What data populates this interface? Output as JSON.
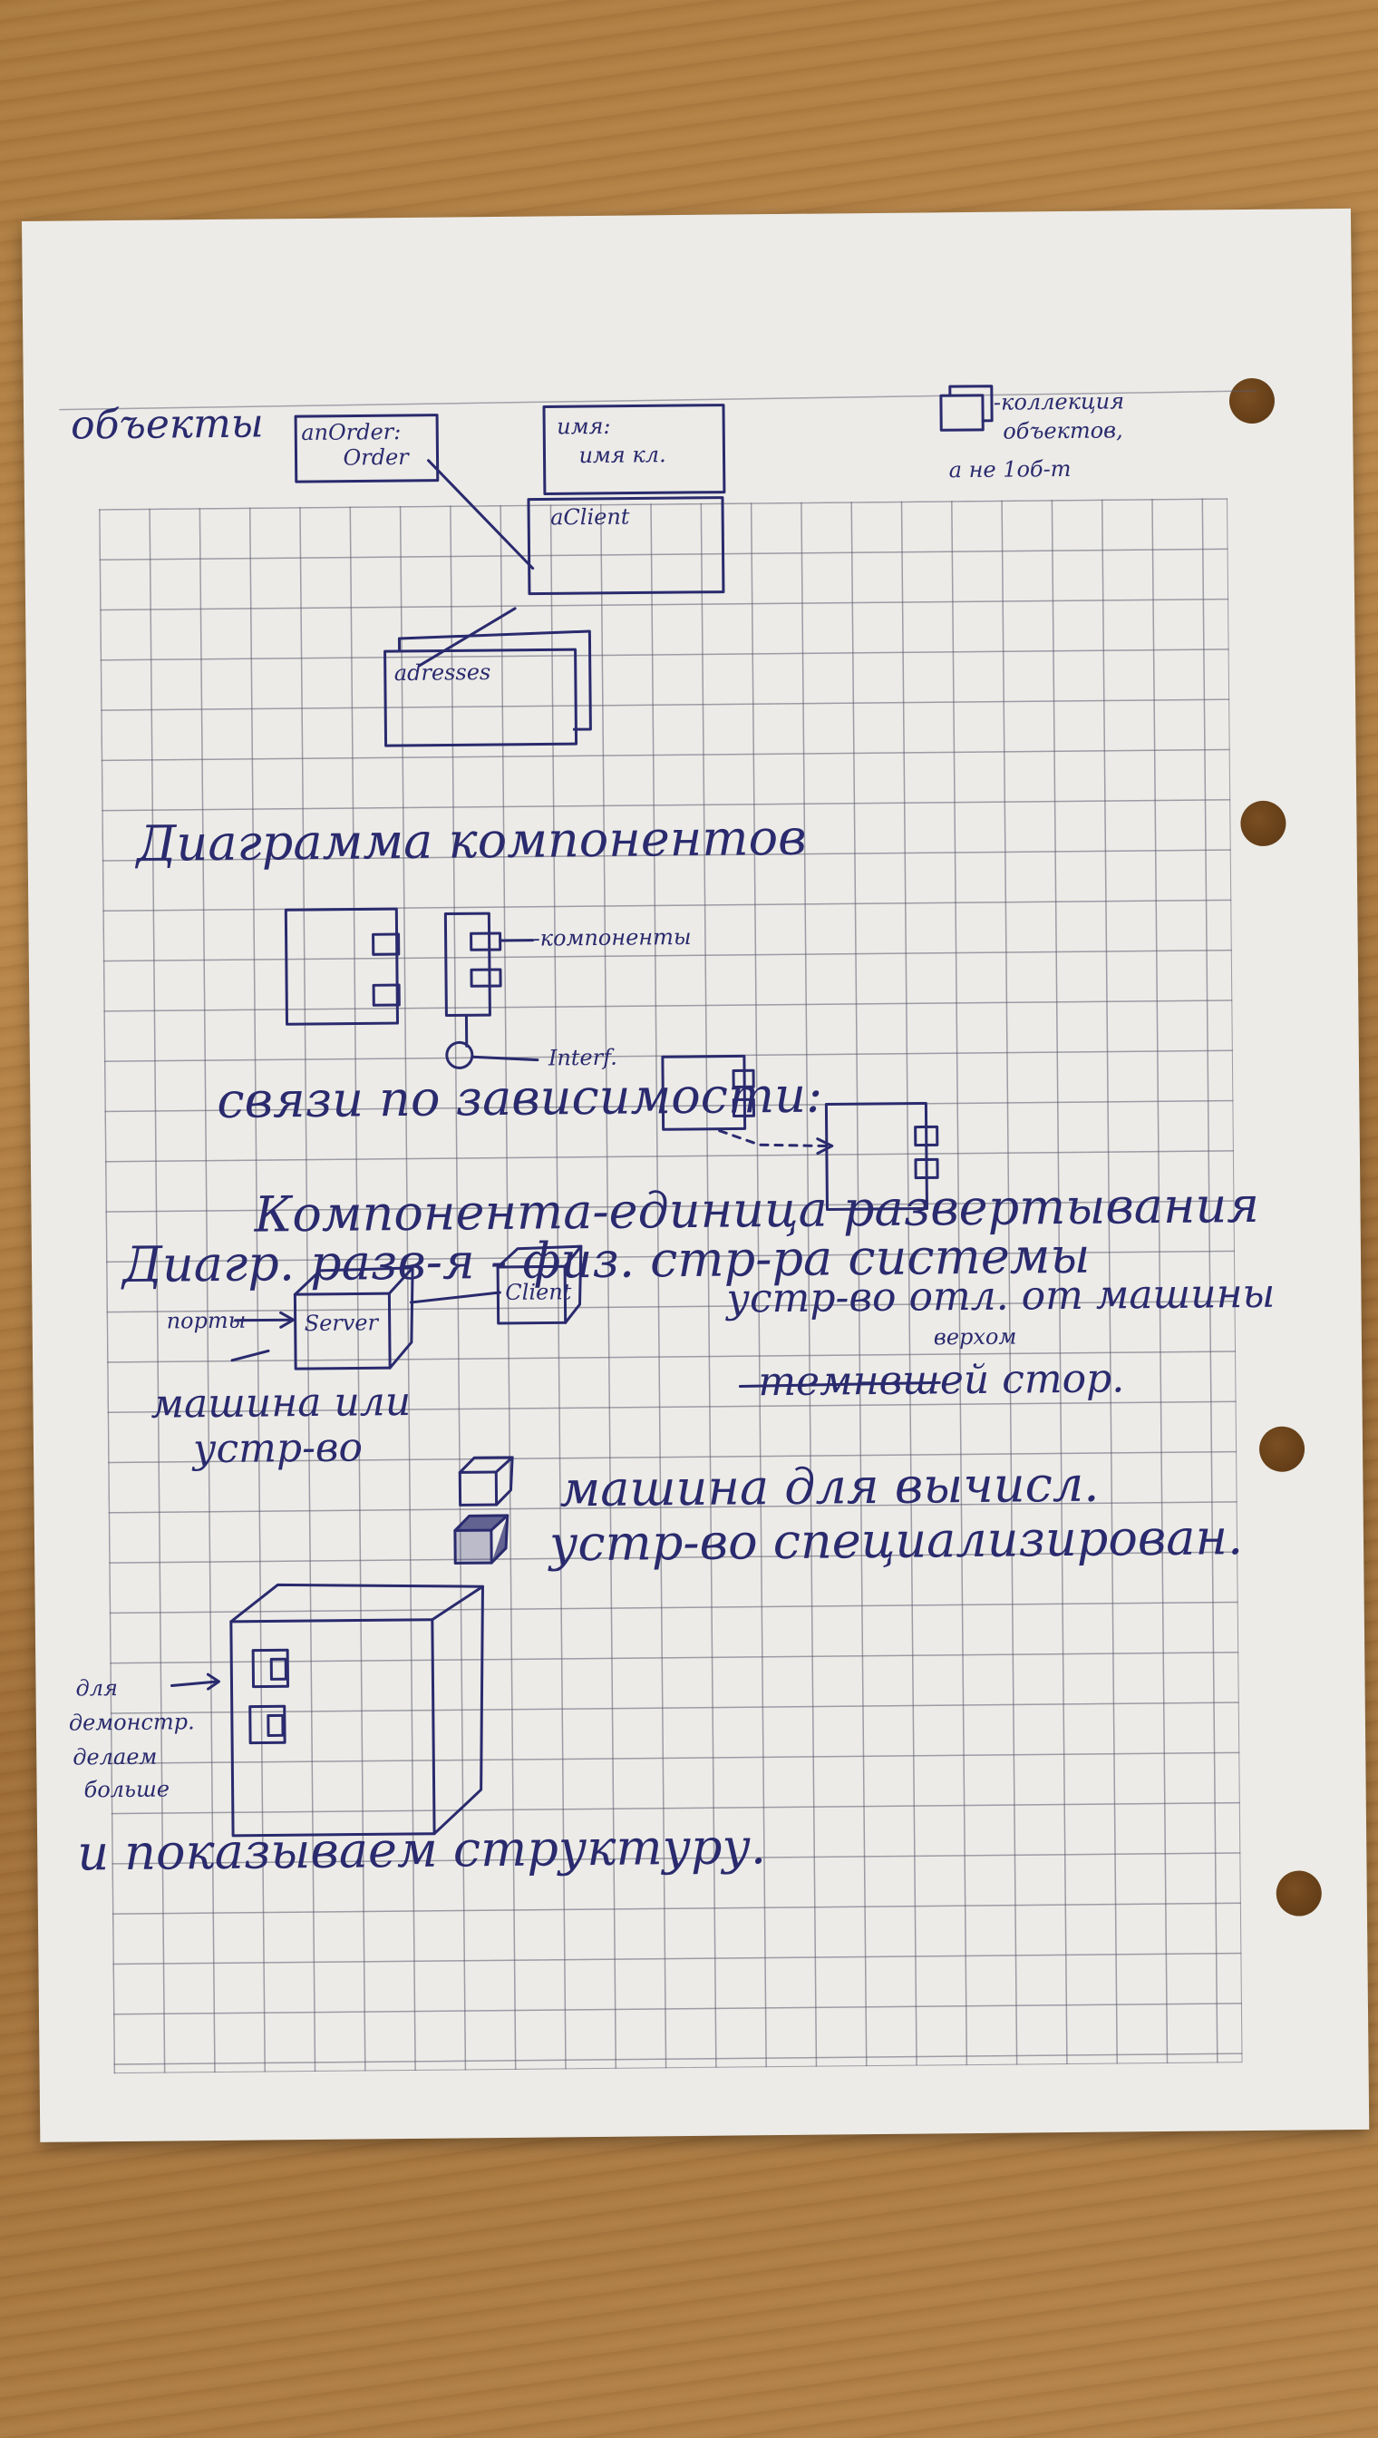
{
  "image": {
    "description_free": true
  },
  "notebook_page": {
    "ink_color": "#2a2a6e",
    "paper_color": "#ecebe7",
    "desk_color": "#a9793f",
    "objects_section": {
      "heading": "объекты",
      "box_order_name": "anOrder:",
      "box_order_class": "Order",
      "box_generic_line1": "имя:",
      "box_generic_line2": "имя кл.",
      "box_client": "aClient",
      "box_addresses": "adresses",
      "collection_note_1": "-коллекция",
      "collection_note_2": "объектов,",
      "collection_note_3": "а не 1об-т"
    },
    "components_section": {
      "heading": "Диаграмма компонентов",
      "component_label": "-компоненты",
      "interface_label": "Interf.",
      "dependency_label": "связи по зависимости:",
      "deployment_unit": "Компонента-единица развертывания"
    },
    "deployment_section": {
      "heading": "Диагр. разв-я - физ. стр-ра системы",
      "server_label": "Server",
      "client_label": "Client",
      "port_label": "порты",
      "machine_label_1": "машина или",
      "machine_label_2": "устр-во",
      "device_note_1": "устр-во отл. от машины",
      "device_note_2": "верхом",
      "device_note_3": "темнвшей стор.",
      "legend_machine": "машина для вычисл.",
      "legend_device": "устр-во специализирован.",
      "detail_note_1": "для",
      "detail_note_2": "демонстр.",
      "detail_note_3": "делаем",
      "detail_note_4": "больше",
      "detail_note_5": "и показываем структуру."
    }
  }
}
